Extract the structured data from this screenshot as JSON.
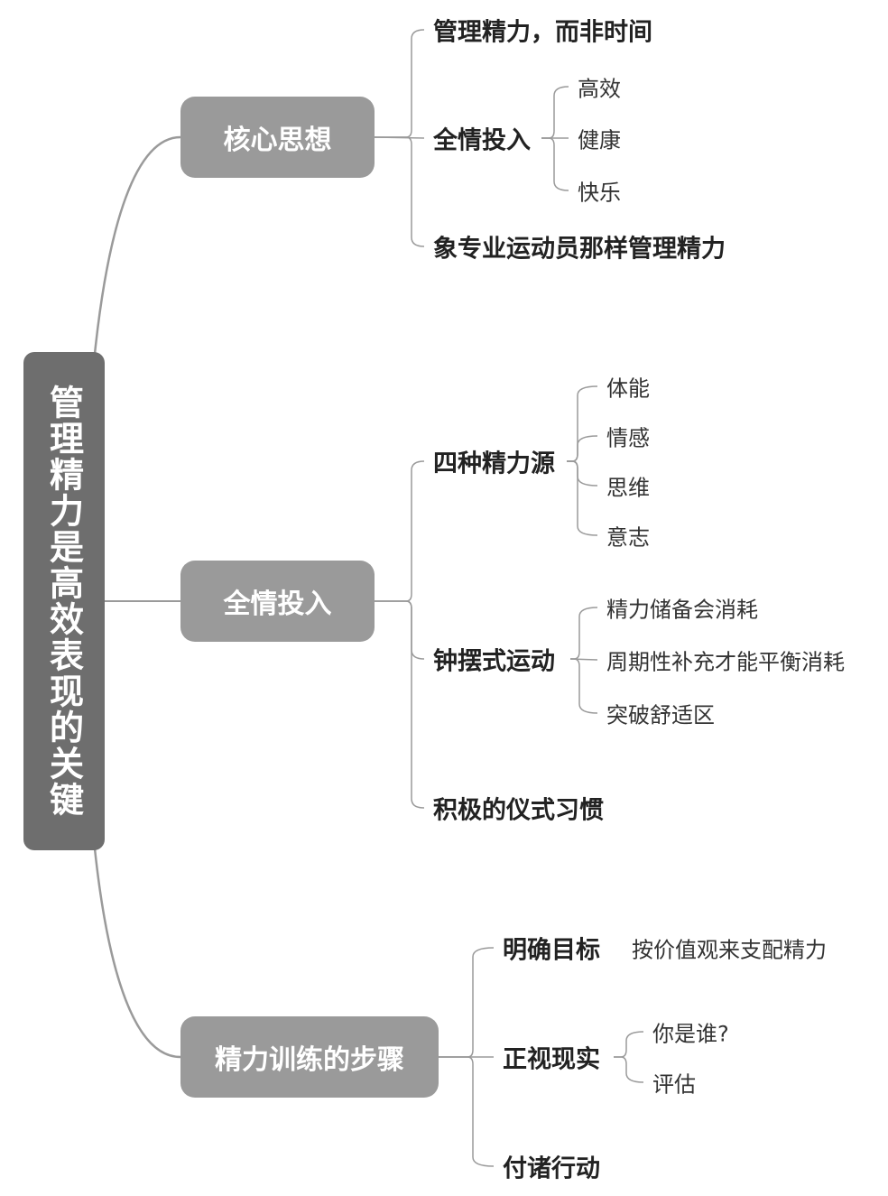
{
  "root": "管理精力是高效表现的关键",
  "branches": [
    {
      "label": "核心思想",
      "children": [
        {
          "label": "管理精力，而非时间"
        },
        {
          "label": "全情投入",
          "children": [
            "高效",
            "健康",
            "快乐"
          ]
        },
        {
          "label": "象专业运动员那样管理精力"
        }
      ]
    },
    {
      "label": "全情投入",
      "children": [
        {
          "label": "四种精力源",
          "children": [
            "体能",
            "情感",
            "思维",
            "意志"
          ]
        },
        {
          "label": "钟摆式运动",
          "children": [
            "精力储备会消耗",
            "周期性补充才能平衡消耗",
            "突破舒适区"
          ]
        },
        {
          "label": "积极的仪式习惯"
        }
      ]
    },
    {
      "label": "精力训练的步骤",
      "children": [
        {
          "label": "明确目标",
          "children": [
            "按价值观来支配精力"
          ]
        },
        {
          "label": "正视现实",
          "children": [
            "你是谁?",
            "评估"
          ]
        },
        {
          "label": "付诸行动"
        }
      ]
    }
  ],
  "colors": {
    "root": "#6e6e6e",
    "branch": "#9a9a9a",
    "line": "#9a9a9a"
  }
}
